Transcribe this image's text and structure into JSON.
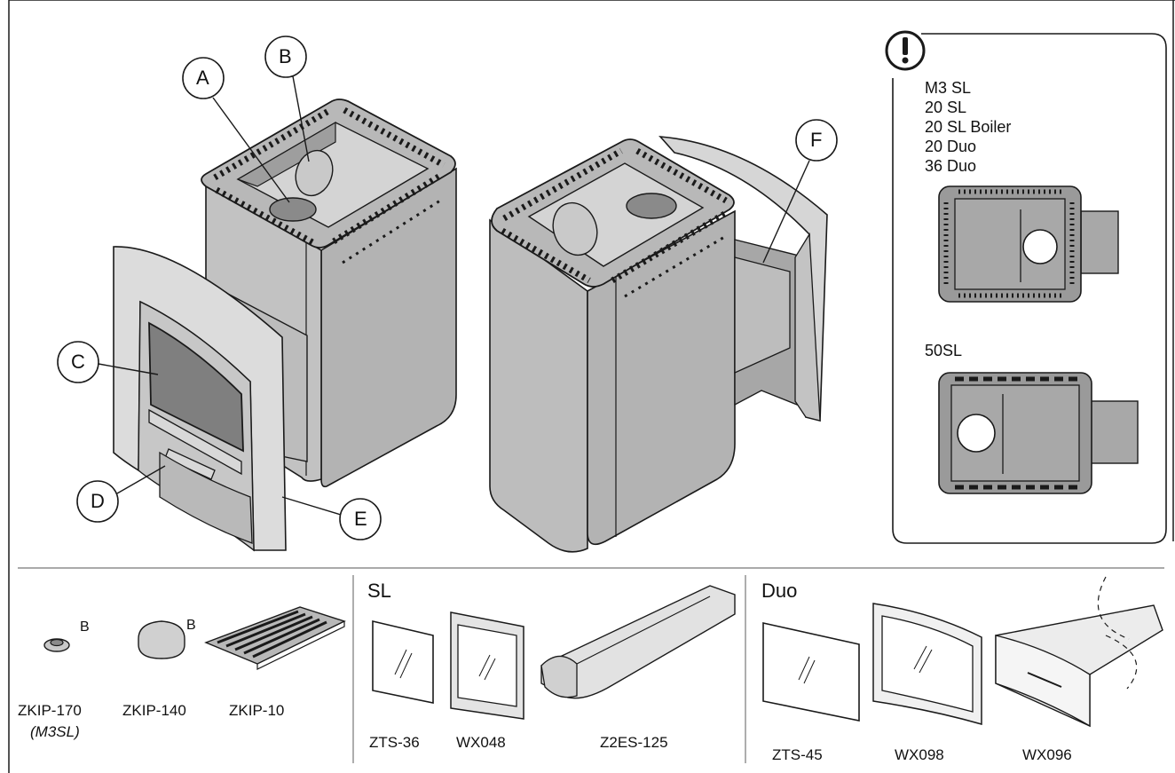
{
  "callouts": {
    "a": "A",
    "b": "B",
    "c": "C",
    "d": "D",
    "e": "E",
    "f": "F"
  },
  "warning_box": {
    "models": [
      "M3 SL",
      "20 SL",
      "20 SL Boiler",
      "20 Duo",
      "36 Duo"
    ],
    "second_model": "50SL"
  },
  "accessories": {
    "general": [
      {
        "code": "ZKIP-170",
        "note": "(M3SL)",
        "ref": "B"
      },
      {
        "code": "ZKIP-140",
        "ref": "B"
      },
      {
        "code": "ZKIP-10"
      }
    ],
    "sl": {
      "title": "SL",
      "parts": [
        "ZTS-36",
        "WX048",
        "Z2ES-125"
      ]
    },
    "duo": {
      "title": "Duo",
      "parts": [
        "ZTS-45",
        "WX098",
        "WX096"
      ]
    }
  },
  "colors": {
    "metal": "#b5b5b5",
    "light_metal": "#d2d2d2",
    "dark_glass": "#7f7f7f",
    "line": "#1a1a1a"
  }
}
